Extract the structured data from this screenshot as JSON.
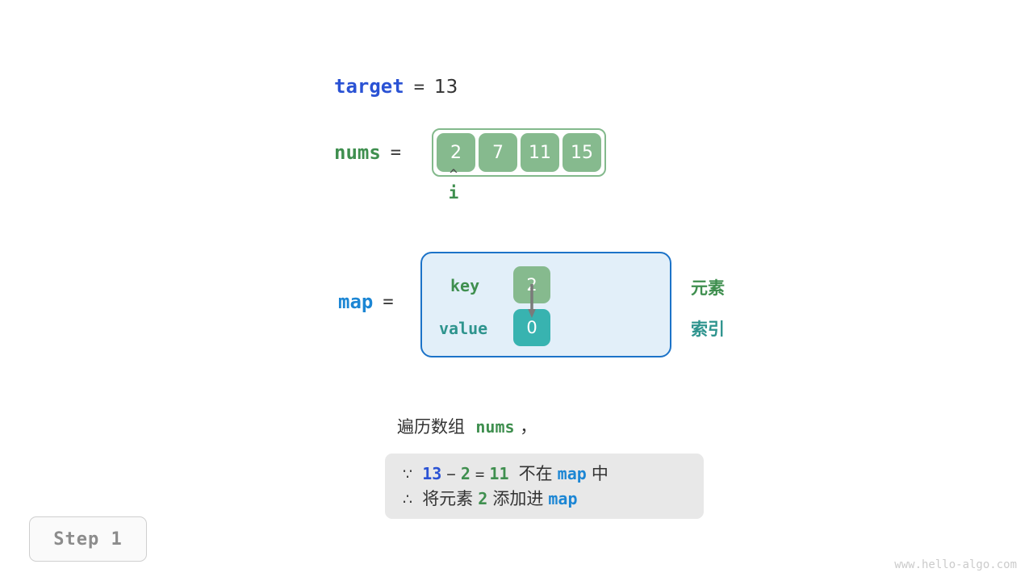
{
  "target": {
    "name": "target",
    "eq": "=",
    "value": "13"
  },
  "nums": {
    "name": "nums",
    "eq": "=",
    "cells": [
      "2",
      "7",
      "11",
      "15"
    ]
  },
  "pointer": {
    "caret": "^",
    "label": "i",
    "index": 0
  },
  "map": {
    "name": "map",
    "eq": "=",
    "key_label": "key",
    "value_label": "value",
    "entries": [
      {
        "key": "2",
        "value": "0"
      }
    ],
    "legend": {
      "element": "元素",
      "index": "索引"
    }
  },
  "caption": {
    "prefix": "遍历数组",
    "var": "nums",
    "suffix": "，"
  },
  "note": {
    "line1": {
      "symbol": "∵",
      "a": "13",
      "minus": "−",
      "b": "2",
      "equals": "=",
      "result": "11",
      "text_mid": "不在",
      "map": "map",
      "text_end": "中"
    },
    "line2": {
      "symbol": "∴",
      "text_start": "将元素",
      "value": "2",
      "text_mid": "添加进",
      "map": "map"
    }
  },
  "step": {
    "label": "Step 1"
  },
  "watermark": "www.hello-algo.com",
  "colors": {
    "array_cell": "#86BA8E",
    "array_border": "#83B98C",
    "map_fill": "#E2EFF9",
    "map_border": "#1C73C8",
    "value_cell": "#38B3B0",
    "var_blue_strong": "#2A52D4",
    "var_blue_light": "#1C86D4",
    "var_green": "#3F8F4F",
    "teal_text": "#2E948E",
    "note_bg": "#E8E8E8",
    "step_text": "#8C8C8C",
    "watermark": "#CBCBCB"
  }
}
